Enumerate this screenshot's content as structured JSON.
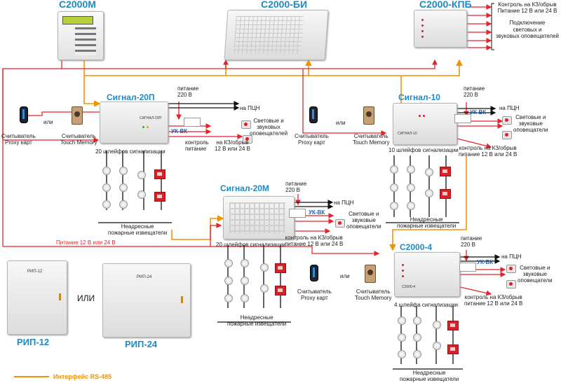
{
  "devices": {
    "c2000m": "С2000М",
    "c2000bi": "С2000-БИ",
    "c2000kpb": "С2000-КПБ",
    "signal20p": "Сигнал-20П",
    "signal10": "Сигнал-10",
    "signal20m": "Сигнал-20М",
    "c20004": "С2000-4",
    "rip12": "РИП-12",
    "rip24": "РИП-24"
  },
  "kpb_notes": [
    "Контроль на КЗ/обрыв",
    "Питание 12 В или 24 В",
    "Подключение",
    "световых и",
    "звуковых оповещателей"
  ],
  "signal20p": {
    "power": [
      "питание",
      "220 В"
    ],
    "pcn": "на ПЦН",
    "ukvk": "УК-ВК",
    "alarms": [
      "Световые и",
      "звуковых",
      "оповещателей"
    ],
    "control": [
      "контроль",
      "питание"
    ],
    "short": [
      "на КЗ/обрыв",
      "12 В или 24 В"
    ],
    "loops": "20 шлейфов сигнализации",
    "ili": "или",
    "reader": [
      "Считыватель",
      "Proxy карт"
    ],
    "tm": [
      "Считыватель",
      "Touch Memory"
    ],
    "detectors": [
      "Неадресные",
      "пожарные извещатели"
    ]
  },
  "signal10": {
    "power": [
      "питание",
      "220 В"
    ],
    "pcn": "на ПЦН",
    "ukvk": "УК-ВК",
    "alarms": [
      "Световые и",
      "звуковые",
      "оповещатели"
    ],
    "control": [
      "контроль на КЗ/обрыв",
      "питание 12 В или 24 В"
    ],
    "loops": "10 шлейфов сигнализации",
    "ili": "или",
    "reader": [
      "Считыватель",
      "Proxy карт"
    ],
    "tm": [
      "Считыватель",
      "Touch Memory"
    ],
    "detectors": [
      "Неадресные",
      "пожарные извещатели"
    ]
  },
  "signal20m": {
    "power": [
      "питание",
      "220 В"
    ],
    "pcn": "на ПЦН",
    "ukvk": "УК-ВК",
    "alarms": [
      "Световые и",
      "звуковые",
      "оповещатели"
    ],
    "control": [
      "контроль на КЗ/обрыв",
      "питание 12 В или 24 В"
    ],
    "loops": "20 шлейфов сигнализации",
    "detectors": [
      "Неадресные",
      "пожарные извещатели"
    ]
  },
  "c20004": {
    "power": [
      "питание",
      "220 В"
    ],
    "pcn": "на ПЦН",
    "ukvk": "УК-ВК",
    "alarms": [
      "Световые и",
      "звуковые",
      "оповещатели"
    ],
    "control": [
      "контроль на КЗ/обрыв",
      "питание 12 В или 24 В"
    ],
    "loops": "4 шлейфа сигнализации",
    "ili": "или",
    "reader": [
      "Считыватель",
      "Proxy карт"
    ],
    "tm": [
      "Считыватель",
      "Touch Memory"
    ],
    "detectors": [
      "Неадресные",
      "пожарные извещатели"
    ]
  },
  "supply": {
    "power_line": "Питание 12 В или 24 В",
    "ili": "ИЛИ"
  },
  "legend": {
    "label": "Интерфейс RS-485"
  },
  "colors": {
    "rs485": "#f39200",
    "power": "#e3242b",
    "signal": "#111111",
    "title": "#1b8ac4"
  }
}
